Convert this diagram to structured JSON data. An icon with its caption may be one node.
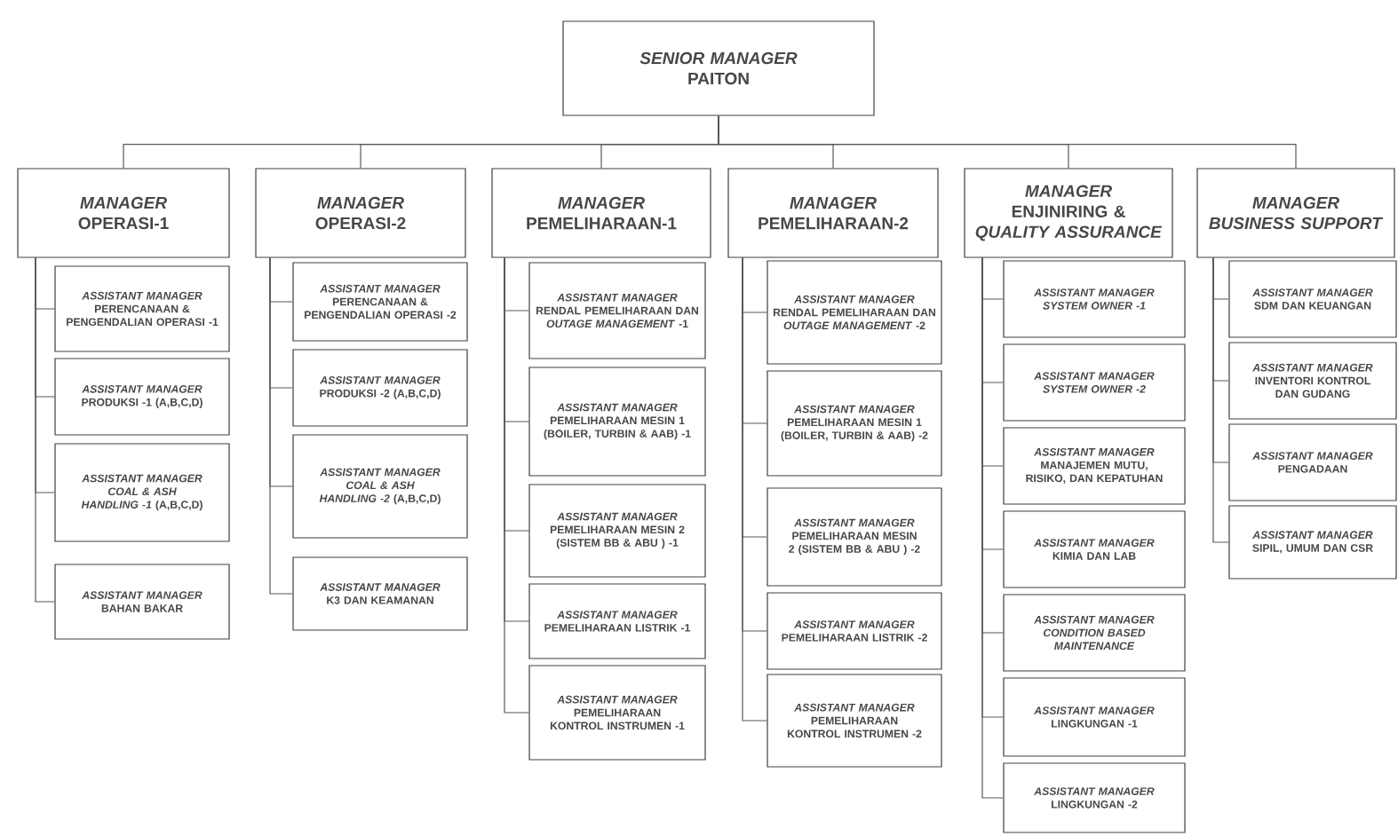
{
  "diagram": {
    "nodes": [
      {
        "text": [
          "SENIOR MANAGER",
          "PAITON"
        ]
      },
      {
        "text": [
          "MANAGER",
          "OPERASI-1"
        ]
      },
      {
        "text": [
          "MANAGER",
          "OPERASI-2"
        ]
      },
      {
        "text": [
          "MANAGER",
          "PEMELIHARAAN-1"
        ]
      },
      {
        "text": [
          "MANAGER",
          "PEMELIHARAAN-2"
        ]
      },
      {
        "text": [
          "MANAGER",
          "ENJINIRING & *QUALITY ASSURANCE*"
        ]
      },
      {
        "text": [
          "MANAGER",
          "*BUSINESS SUPPORT*"
        ]
      },
      {
        "text": [
          "ASSISTANT MANAGER",
          "PERENCANAAN & PENGENDALIAN OPERASI -1"
        ]
      },
      {
        "text": [
          "ASSISTANT MANAGER",
          "PRODUKSI -1 (A,B,C,D)"
        ]
      },
      {
        "text": [
          "ASSISTANT MANAGER",
          "*COAL & ASH HANDLING -1* (A,B,C,D)"
        ]
      },
      {
        "text": [
          "ASSISTANT MANAGER",
          "BAHAN BAKAR"
        ]
      },
      {
        "text": [
          "ASSISTANT MANAGER",
          "PERENCANAAN & PENGENDALIAN OPERASI -2"
        ]
      },
      {
        "text": [
          "ASSISTANT MANAGER",
          "PRODUKSI -2 (A,B,C,D)"
        ]
      },
      {
        "text": [
          "ASSISTANT MANAGER",
          "*COAL & ASH HANDLING -2* (A,B,C,D)"
        ]
      },
      {
        "text": [
          "ASSISTANT MANAGER",
          "K3 DAN KEAMANAN"
        ]
      },
      {
        "text": [
          "ASSISTANT MANAGER",
          "RENDAL PEMELIHARAAN DAN *OUTAGE MANAGEMENT* -1"
        ]
      },
      {
        "text": [
          "ASSISTANT MANAGER",
          "PEMELIHARAAN MESIN 1 (BOILER, TURBIN & AAB) -1"
        ]
      },
      {
        "text": [
          "ASSISTANT MANAGER",
          "PEMELIHARAAN MESIN 2 (SISTEM BB & ABU ) -1"
        ]
      },
      {
        "text": [
          "ASSISTANT MANAGER",
          "PEMELIHARAAN LISTRIK -1"
        ]
      },
      {
        "text": [
          "ASSISTANT MANAGER",
          "PEMELIHARAAN KONTROL INSTRUMEN -1"
        ]
      },
      {
        "text": [
          "ASSISTANT MANAGER",
          "RENDAL PEMELIHARAAN DAN *OUTAGE MANAGEMENT* -2"
        ]
      },
      {
        "text": [
          "ASSISTANT MANAGER",
          "PEMELIHARAAN MESIN 1 (BOILER, TURBIN & AAB) -2"
        ]
      },
      {
        "text": [
          "ASSISTANT MANAGER",
          "PEMELIHARAAN MESIN 2 (SISTEM BB & ABU ) -2"
        ]
      },
      {
        "text": [
          "ASSISTANT MANAGER",
          "PEMELIHARAAN LISTRIK -2"
        ]
      },
      {
        "text": [
          "ASSISTANT MANAGER",
          "PEMELIHARAAN KONTROL INSTRUMEN -2"
        ]
      },
      {
        "text": [
          "ASSISTANT MANAGER",
          "*SYSTEM OWNER -1*"
        ]
      },
      {
        "text": [
          "ASSISTANT MANAGER",
          "*SYSTEM OWNER -2*"
        ]
      },
      {
        "text": [
          "ASSISTANT MANAGER",
          "MANAJEMEN MUTU, RISIKO, DAN KEPATUHAN"
        ]
      },
      {
        "text": [
          "ASSISTANT MANAGER",
          "KIMIA DAN LAB"
        ]
      },
      {
        "text": [
          "ASSISTANT MANAGER",
          "*CONDITION BASED MAINTENANCE*"
        ]
      },
      {
        "text": [
          "ASSISTANT MANAGER",
          "LINGKUNGAN -1"
        ]
      },
      {
        "text": [
          "ASSISTANT MANAGER",
          "LINGKUNGAN -2"
        ]
      },
      {
        "text": [
          "ASSISTANT MANAGER",
          "SDM DAN KEUANGAN"
        ]
      },
      {
        "text": [
          "ASSISTANT MANAGER",
          "INVENTORI KONTROL DAN GUDANG"
        ]
      },
      {
        "text": [
          "ASSISTANT MANAGER",
          "PENGADAAN"
        ]
      },
      {
        "text": [
          "ASSISTANT MANAGER",
          "SIPIL, UMUM DAN CSR"
        ]
      }
    ],
    "edges": [
      {
        "from": 0,
        "to": 1,
        "arrow": "none"
      },
      {
        "from": 0,
        "to": 2,
        "arrow": "none"
      },
      {
        "from": 0,
        "to": 3,
        "arrow": "none"
      },
      {
        "from": 0,
        "to": 4,
        "arrow": "none"
      },
      {
        "from": 0,
        "to": 5,
        "arrow": "none"
      },
      {
        "from": 0,
        "to": 6,
        "arrow": "none"
      },
      {
        "from": 1,
        "to": 7,
        "arrow": "none"
      },
      {
        "from": 1,
        "to": 8,
        "arrow": "none"
      },
      {
        "from": 1,
        "to": 9,
        "arrow": "none"
      },
      {
        "from": 1,
        "to": 10,
        "arrow": "none"
      },
      {
        "from": 2,
        "to": 11,
        "arrow": "none"
      },
      {
        "from": 2,
        "to": 12,
        "arrow": "none"
      },
      {
        "from": 2,
        "to": 13,
        "arrow": "none"
      },
      {
        "from": 2,
        "to": 14,
        "arrow": "none"
      },
      {
        "from": 3,
        "to": 15,
        "arrow": "none"
      },
      {
        "from": 3,
        "to": 16,
        "arrow": "none"
      },
      {
        "from": 3,
        "to": 17,
        "arrow": "none"
      },
      {
        "from": 3,
        "to": 18,
        "arrow": "none"
      },
      {
        "from": 3,
        "to": 19,
        "arrow": "none"
      },
      {
        "from": 4,
        "to": 20,
        "arrow": "none"
      },
      {
        "from": 4,
        "to": 21,
        "arrow": "none"
      },
      {
        "from": 4,
        "to": 22,
        "arrow": "none"
      },
      {
        "from": 4,
        "to": 23,
        "arrow": "none"
      },
      {
        "from": 4,
        "to": 24,
        "arrow": "none"
      },
      {
        "from": 5,
        "to": 25,
        "arrow": "none"
      },
      {
        "from": 5,
        "to": 26,
        "arrow": "none"
      },
      {
        "from": 5,
        "to": 27,
        "arrow": "none"
      },
      {
        "from": 5,
        "to": 28,
        "arrow": "none"
      },
      {
        "from": 5,
        "to": 29,
        "arrow": "none"
      },
      {
        "from": 5,
        "to": 30,
        "arrow": "none"
      },
      {
        "from": 5,
        "to": 31,
        "arrow": "none"
      },
      {
        "from": 6,
        "to": 32,
        "arrow": "none"
      },
      {
        "from": 6,
        "to": 33,
        "arrow": "none"
      },
      {
        "from": 6,
        "to": 34,
        "arrow": "none"
      },
      {
        "from": 6,
        "to": 35,
        "arrow": "none"
      }
    ]
  }
}
